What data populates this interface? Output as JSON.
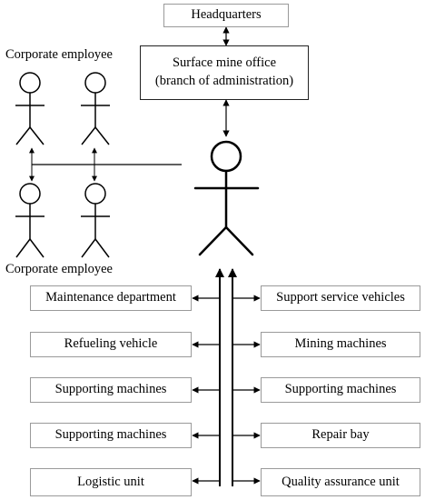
{
  "top": {
    "headquarters": "Headquarters",
    "office_line1": "Surface mine office",
    "office_line2": "(branch of administration)"
  },
  "employees": {
    "top_label": "Corporate employee",
    "bottom_label": "Corporate employee"
  },
  "left_units": [
    "Maintenance department",
    "Refueling vehicle",
    "Supporting machines",
    "Supporting machines",
    "Logistic unit"
  ],
  "right_units": [
    "Support service vehicles",
    "Mining machines",
    "Supporting machines",
    "Repair bay",
    "Quality assurance unit"
  ]
}
